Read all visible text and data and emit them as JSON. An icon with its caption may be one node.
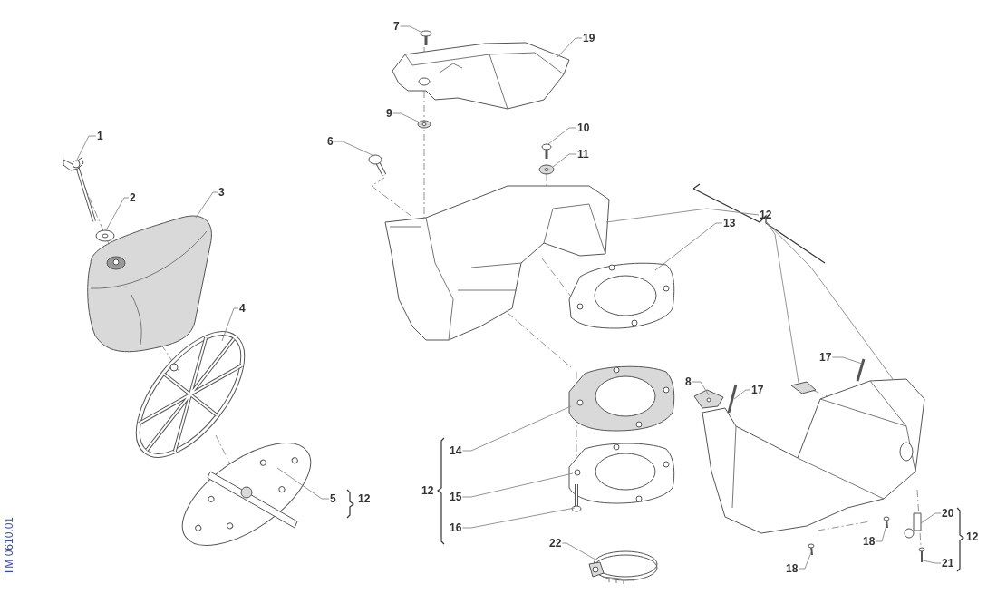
{
  "diagram": {
    "nodes": [
      {
        "text": [
          "1"
        ]
      },
      {
        "text": [
          "2"
        ]
      },
      {
        "text": [
          "3"
        ]
      },
      {
        "text": [
          "4"
        ]
      },
      {
        "text": [
          "5"
        ]
      },
      {
        "text": [
          "6"
        ]
      },
      {
        "text": [
          "7"
        ]
      },
      {
        "text": [
          "19"
        ]
      },
      {
        "text": [
          "9"
        ]
      },
      {
        "text": [
          "10"
        ]
      },
      {
        "text": [
          "11"
        ]
      },
      {
        "text": [
          "12"
        ]
      },
      {
        "text": [
          "13"
        ]
      },
      {
        "text": [
          "8"
        ]
      },
      {
        "text": [
          "17"
        ]
      },
      {
        "text": [
          "17"
        ]
      },
      {
        "text": [
          "14"
        ]
      },
      {
        "text": [
          "15"
        ]
      },
      {
        "text": [
          "16"
        ]
      },
      {
        "text": [
          "22"
        ]
      },
      {
        "text": [
          "18"
        ]
      },
      {
        "text": [
          "18"
        ]
      },
      {
        "text": [
          "20"
        ]
      },
      {
        "text": [
          "21"
        ]
      },
      {
        "text": [],
        "shape": "picture"
      },
      {
        "text": [],
        "shape": "picture"
      },
      {
        "text": [],
        "shape": "picture"
      },
      {
        "text": [],
        "shape": "picture"
      },
      {
        "text": [],
        "shape": "picture"
      },
      {
        "text": [],
        "shape": "picture"
      },
      {
        "text": [],
        "shape": "picture"
      },
      {
        "text": [],
        "shape": "picture"
      },
      {
        "text": [],
        "shape": "picture"
      },
      {
        "text": [],
        "shape": "picture"
      },
      {
        "text": [],
        "shape": "picture"
      },
      {
        "text": [],
        "shape": "picture"
      },
      {
        "text": [],
        "shape": "picture"
      },
      {
        "text": [],
        "shape": "picture"
      },
      {
        "text": [],
        "shape": "picture"
      },
      {
        "text": [],
        "shape": "picture"
      },
      {
        "text": [],
        "shape": "picture"
      },
      {
        "text": [],
        "shape": "picture"
      },
      {
        "text": [],
        "shape": "picture"
      },
      {
        "text": [],
        "shape": "picture"
      },
      {
        "text": [],
        "shape": "picture"
      },
      {
        "text": [],
        "shape": "picture"
      },
      {
        "text": [],
        "shape": "picture"
      },
      {
        "text": [],
        "shape": "picture"
      },
      {
        "text": [],
        "shape": "picture"
      },
      {
        "text": [],
        "shape": "picture"
      }
    ],
    "edges": [
      {
        "from": 0,
        "to": 24,
        "arrow": "none"
      },
      {
        "from": 1,
        "to": 25,
        "arrow": "none"
      },
      {
        "from": 2,
        "to": 26,
        "arrow": "none"
      },
      {
        "from": 3,
        "to": 27,
        "arrow": "none"
      },
      {
        "from": 4,
        "to": 28,
        "arrow": "none"
      },
      {
        "from": 5,
        "to": 29,
        "arrow": "none"
      },
      {
        "from": 6,
        "to": 30,
        "arrow": "none"
      },
      {
        "from": 7,
        "to": 31,
        "arrow": "none"
      },
      {
        "from": 8,
        "to": 32,
        "arrow": "none"
      },
      {
        "from": 9,
        "to": 33,
        "arrow": "none"
      },
      {
        "from": 10,
        "to": 34,
        "arrow": "none"
      },
      {
        "from": 11,
        "to": 35,
        "arrow": "none"
      },
      {
        "from": 11,
        "to": 40,
        "arrow": "none"
      },
      {
        "from": 11,
        "to": 41,
        "arrow": "none"
      },
      {
        "from": 12,
        "to": 36,
        "arrow": "none"
      },
      {
        "from": 13,
        "to": 37,
        "arrow": "none"
      },
      {
        "from": 14,
        "to": 38,
        "arrow": "none"
      },
      {
        "from": 15,
        "to": 39,
        "arrow": "none"
      },
      {
        "from": 16,
        "to": 42,
        "arrow": "none"
      },
      {
        "from": 17,
        "to": 43,
        "arrow": "none"
      },
      {
        "from": 18,
        "to": 44,
        "arrow": "none"
      },
      {
        "from": 19,
        "to": 45,
        "arrow": "none"
      },
      {
        "from": 20,
        "to": 46,
        "arrow": "none"
      },
      {
        "from": 21,
        "to": 47,
        "arrow": "none"
      },
      {
        "from": 22,
        "to": 48,
        "arrow": "none"
      },
      {
        "from": 23,
        "to": 49,
        "arrow": "none"
      }
    ],
    "labels": [
      "12",
      "12",
      "12",
      "TM 0610.01"
    ]
  }
}
